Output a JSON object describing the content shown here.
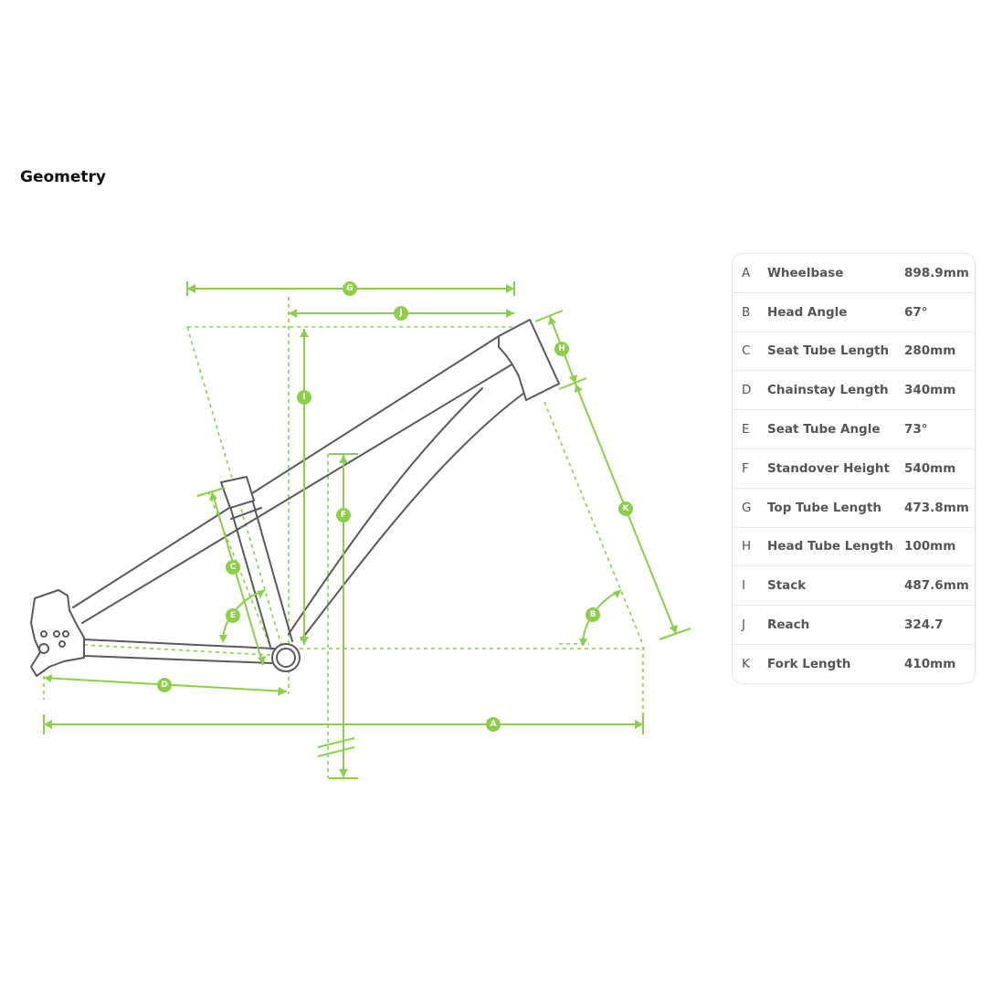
{
  "page": {
    "title": "Geometry"
  },
  "colors": {
    "dimension_green": "#8cd04a",
    "frame_gray": "#5a5a5a",
    "text": "#555555",
    "title": "#111111"
  },
  "diagram_labels": {
    "A": "A",
    "B": "B",
    "C": "C",
    "D": "D",
    "E": "E",
    "F": "F",
    "G": "G",
    "H": "H",
    "I": "I",
    "J": "J",
    "K": "K"
  },
  "geometry": [
    {
      "letter": "A",
      "name": "Wheelbase",
      "value": "898.9mm"
    },
    {
      "letter": "B",
      "name": "Head Angle",
      "value": "67°"
    },
    {
      "letter": "C",
      "name": "Seat Tube Length",
      "value": "280mm"
    },
    {
      "letter": "D",
      "name": "Chainstay Length",
      "value": "340mm"
    },
    {
      "letter": "E",
      "name": "Seat Tube Angle",
      "value": "73°"
    },
    {
      "letter": "F",
      "name": "Standover Height",
      "value": "540mm"
    },
    {
      "letter": "G",
      "name": "Top Tube Length",
      "value": "473.8mm"
    },
    {
      "letter": "H",
      "name": "Head Tube Length",
      "value": "100mm"
    },
    {
      "letter": "I",
      "name": "Stack",
      "value": "487.6mm"
    },
    {
      "letter": "J",
      "name": "Reach",
      "value": "324.7"
    },
    {
      "letter": "K",
      "name": "Fork Length",
      "value": "410mm"
    }
  ]
}
